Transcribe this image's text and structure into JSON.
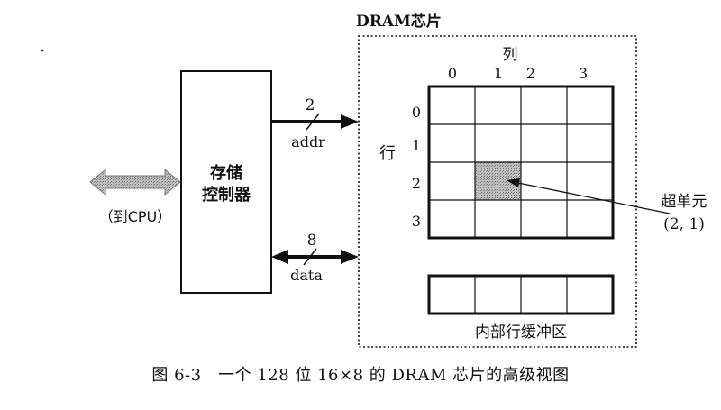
{
  "diagram": {
    "chip_title": "DRAM芯片",
    "controller_line1": "存储",
    "controller_line2": "控制器",
    "cpu_label": "（到CPU）",
    "addr_width": "2",
    "addr_label": "addr",
    "data_width": "8",
    "data_label": "data",
    "col_title": "列",
    "col_indices": [
      "0",
      "1",
      "2",
      "3"
    ],
    "row_title": "行",
    "row_indices": [
      "0",
      "1",
      "2",
      "3"
    ],
    "supercell_line1": "超单元",
    "supercell_line2": "(2, 1)",
    "buffer_label": "内部行缓冲区",
    "colors": {
      "stroke": "#111111",
      "supercell_fill": "#b4b4b4",
      "cpu_arrow_fill": "#a8a8a8"
    }
  },
  "caption": {
    "text": "图 6-3　一个 128 位 16×8 的 DRAM 芯片的高级视图"
  }
}
